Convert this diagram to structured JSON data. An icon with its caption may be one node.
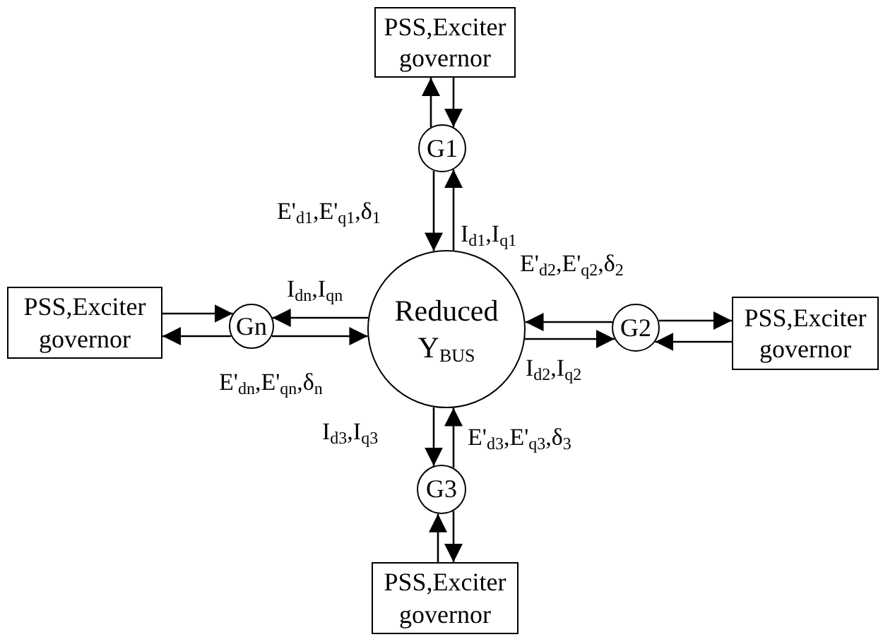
{
  "diagram": {
    "nodes": [
      {
        "text": [
          "PSS,Exciter governor"
        ]
      },
      {
        "text": [
          "G1"
        ]
      },
      {
        "text": [
          "Reduced Y$_{BUS}$"
        ]
      },
      {
        "text": [
          "PSS,Exciter governor"
        ]
      },
      {
        "text": [
          "Gn"
        ]
      },
      {
        "text": [
          "G2"
        ]
      },
      {
        "text": [
          "PSS,Exciter governor"
        ]
      },
      {
        "text": [
          "G3"
        ]
      },
      {
        "text": [
          "PSS,Exciter governor"
        ]
      }
    ],
    "edges": [
      {
        "from": 1,
        "to": 0,
        "arrow": "to"
      },
      {
        "from": 0,
        "to": 1,
        "arrow": "to"
      },
      {
        "from": 1,
        "to": 2,
        "arrow": "to",
        "label": "E'$_{d1}$,E'$_{q1}$,δ$_{1}$"
      },
      {
        "from": 2,
        "to": 1,
        "arrow": "to",
        "label": "I$_{d1}$,I$_{q1}$"
      },
      {
        "from": 3,
        "to": 4,
        "arrow": "to"
      },
      {
        "from": 4,
        "to": 3,
        "arrow": "to"
      },
      {
        "from": 2,
        "to": 4,
        "arrow": "to",
        "label": "I$_{dn}$,I$_{qn}$"
      },
      {
        "from": 4,
        "to": 2,
        "arrow": "to",
        "label": "E'$_{dn}$,E'$_{qn}$,δ$_{n}$"
      },
      {
        "from": 5,
        "to": 2,
        "arrow": "to",
        "label": "E'$_{d2}$,E'$_{q2}$,δ$_{2}$"
      },
      {
        "from": 2,
        "to": 5,
        "arrow": "to",
        "label": "I$_{d2}$,I$_{q2}$"
      },
      {
        "from": 5,
        "to": 6,
        "arrow": "to"
      },
      {
        "from": 6,
        "to": 5,
        "arrow": "to"
      },
      {
        "from": 2,
        "to": 7,
        "arrow": "to",
        "label": "I$_{d3}$,I$_{q3}$"
      },
      {
        "from": 7,
        "to": 2,
        "arrow": "to",
        "label": "E'$_{d3}$,E'$_{q3}$,δ$_{3}$"
      },
      {
        "from": 8,
        "to": 7,
        "arrow": "to"
      },
      {
        "from": 7,
        "to": 8,
        "arrow": "to"
      }
    ]
  }
}
